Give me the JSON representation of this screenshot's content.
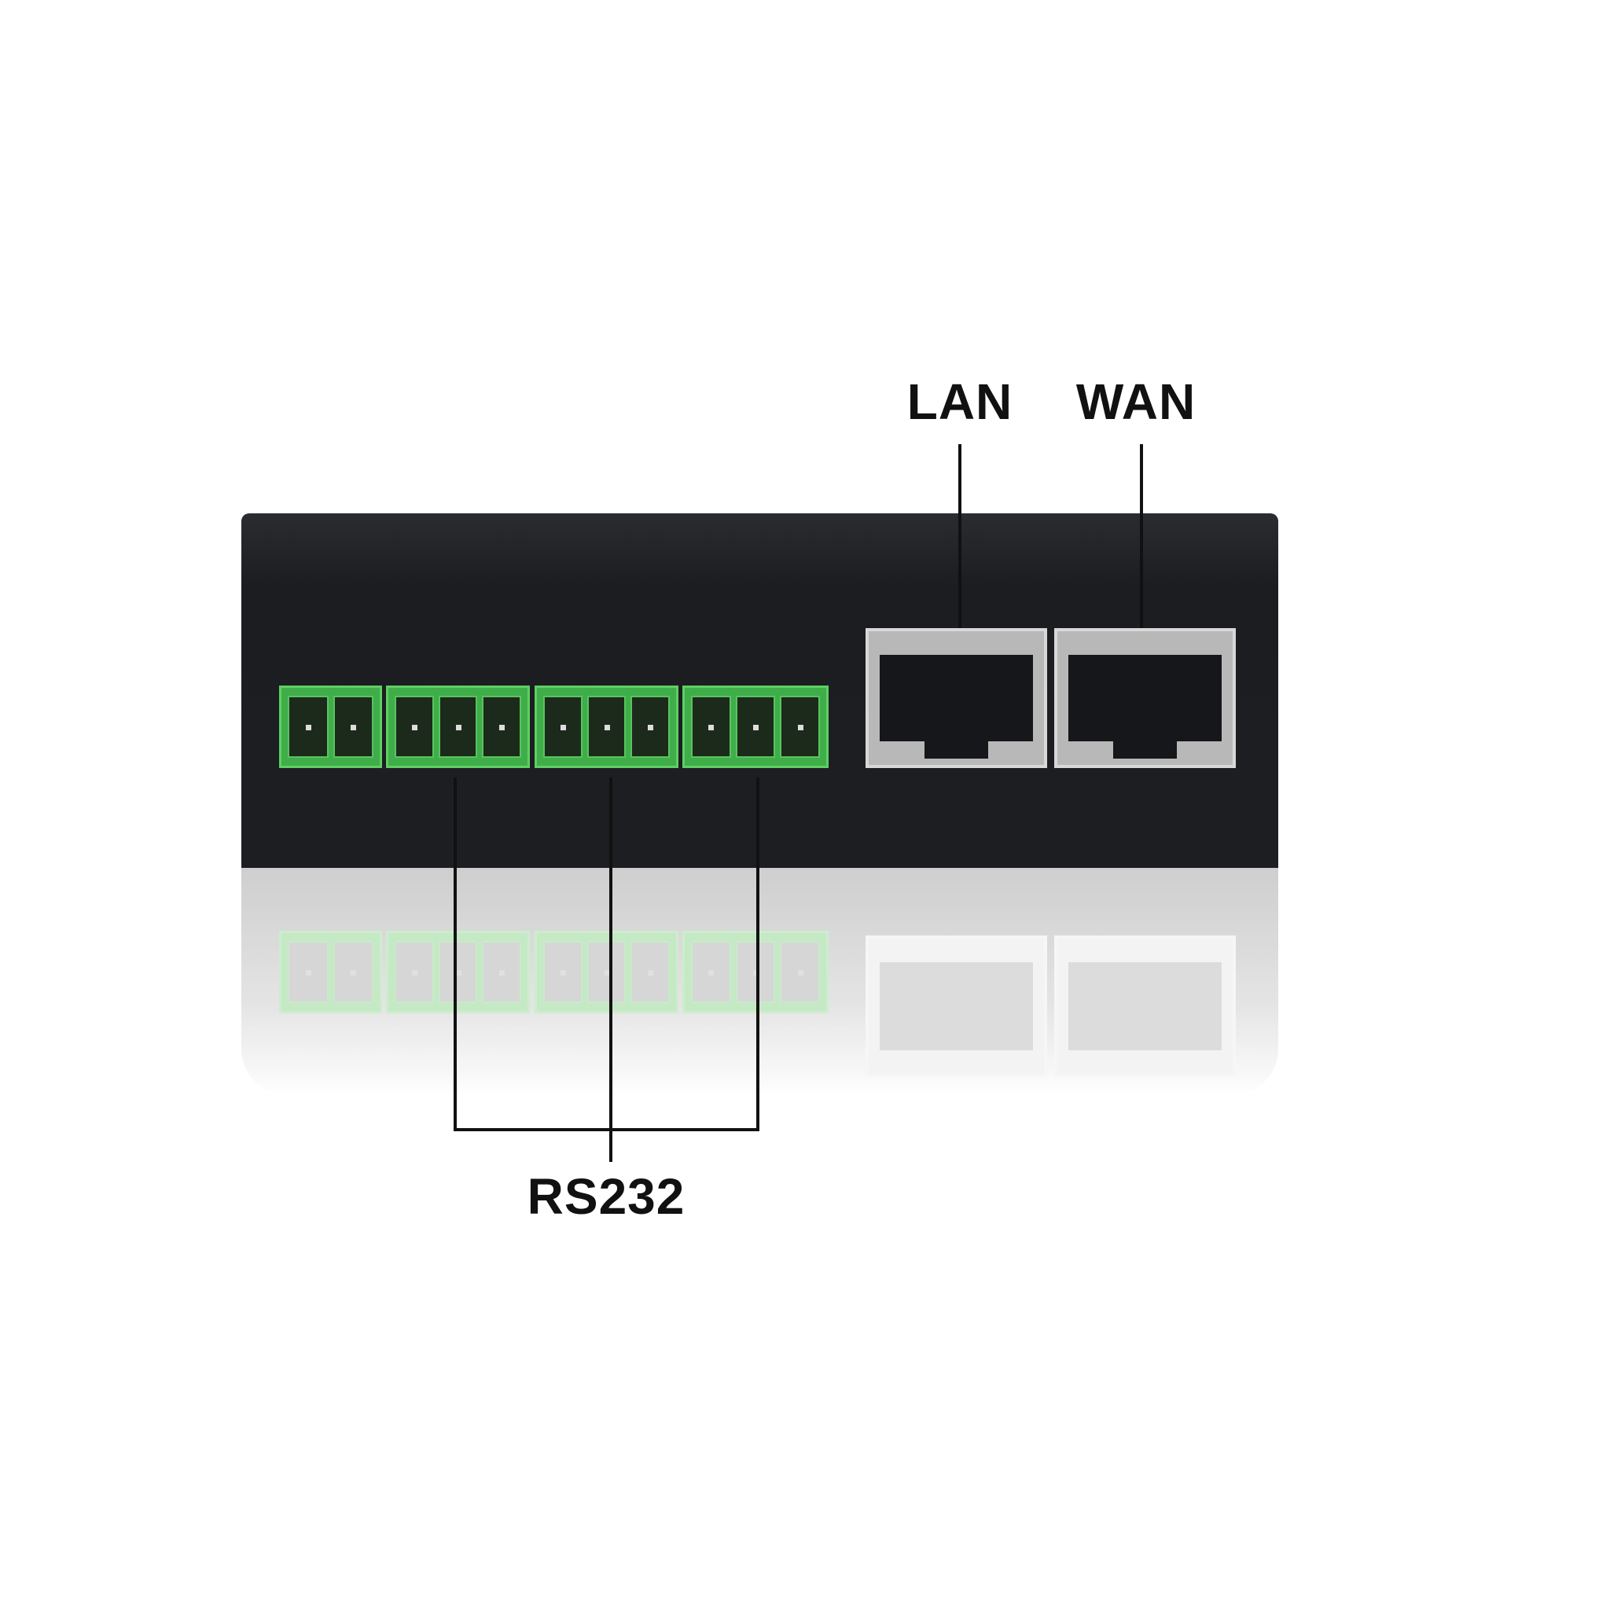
{
  "labels": {
    "lan": "LAN",
    "wan": "WAN",
    "rs232": "RS232"
  },
  "colors": {
    "device_body": "#1c1e22",
    "terminal_green": "#3fae4a",
    "port_frame": "#b8b8b8",
    "callout_line": "#111111"
  },
  "terminal_blocks": [
    {
      "pins": 2
    },
    {
      "pins": 3
    },
    {
      "pins": 3
    },
    {
      "pins": 3
    }
  ]
}
